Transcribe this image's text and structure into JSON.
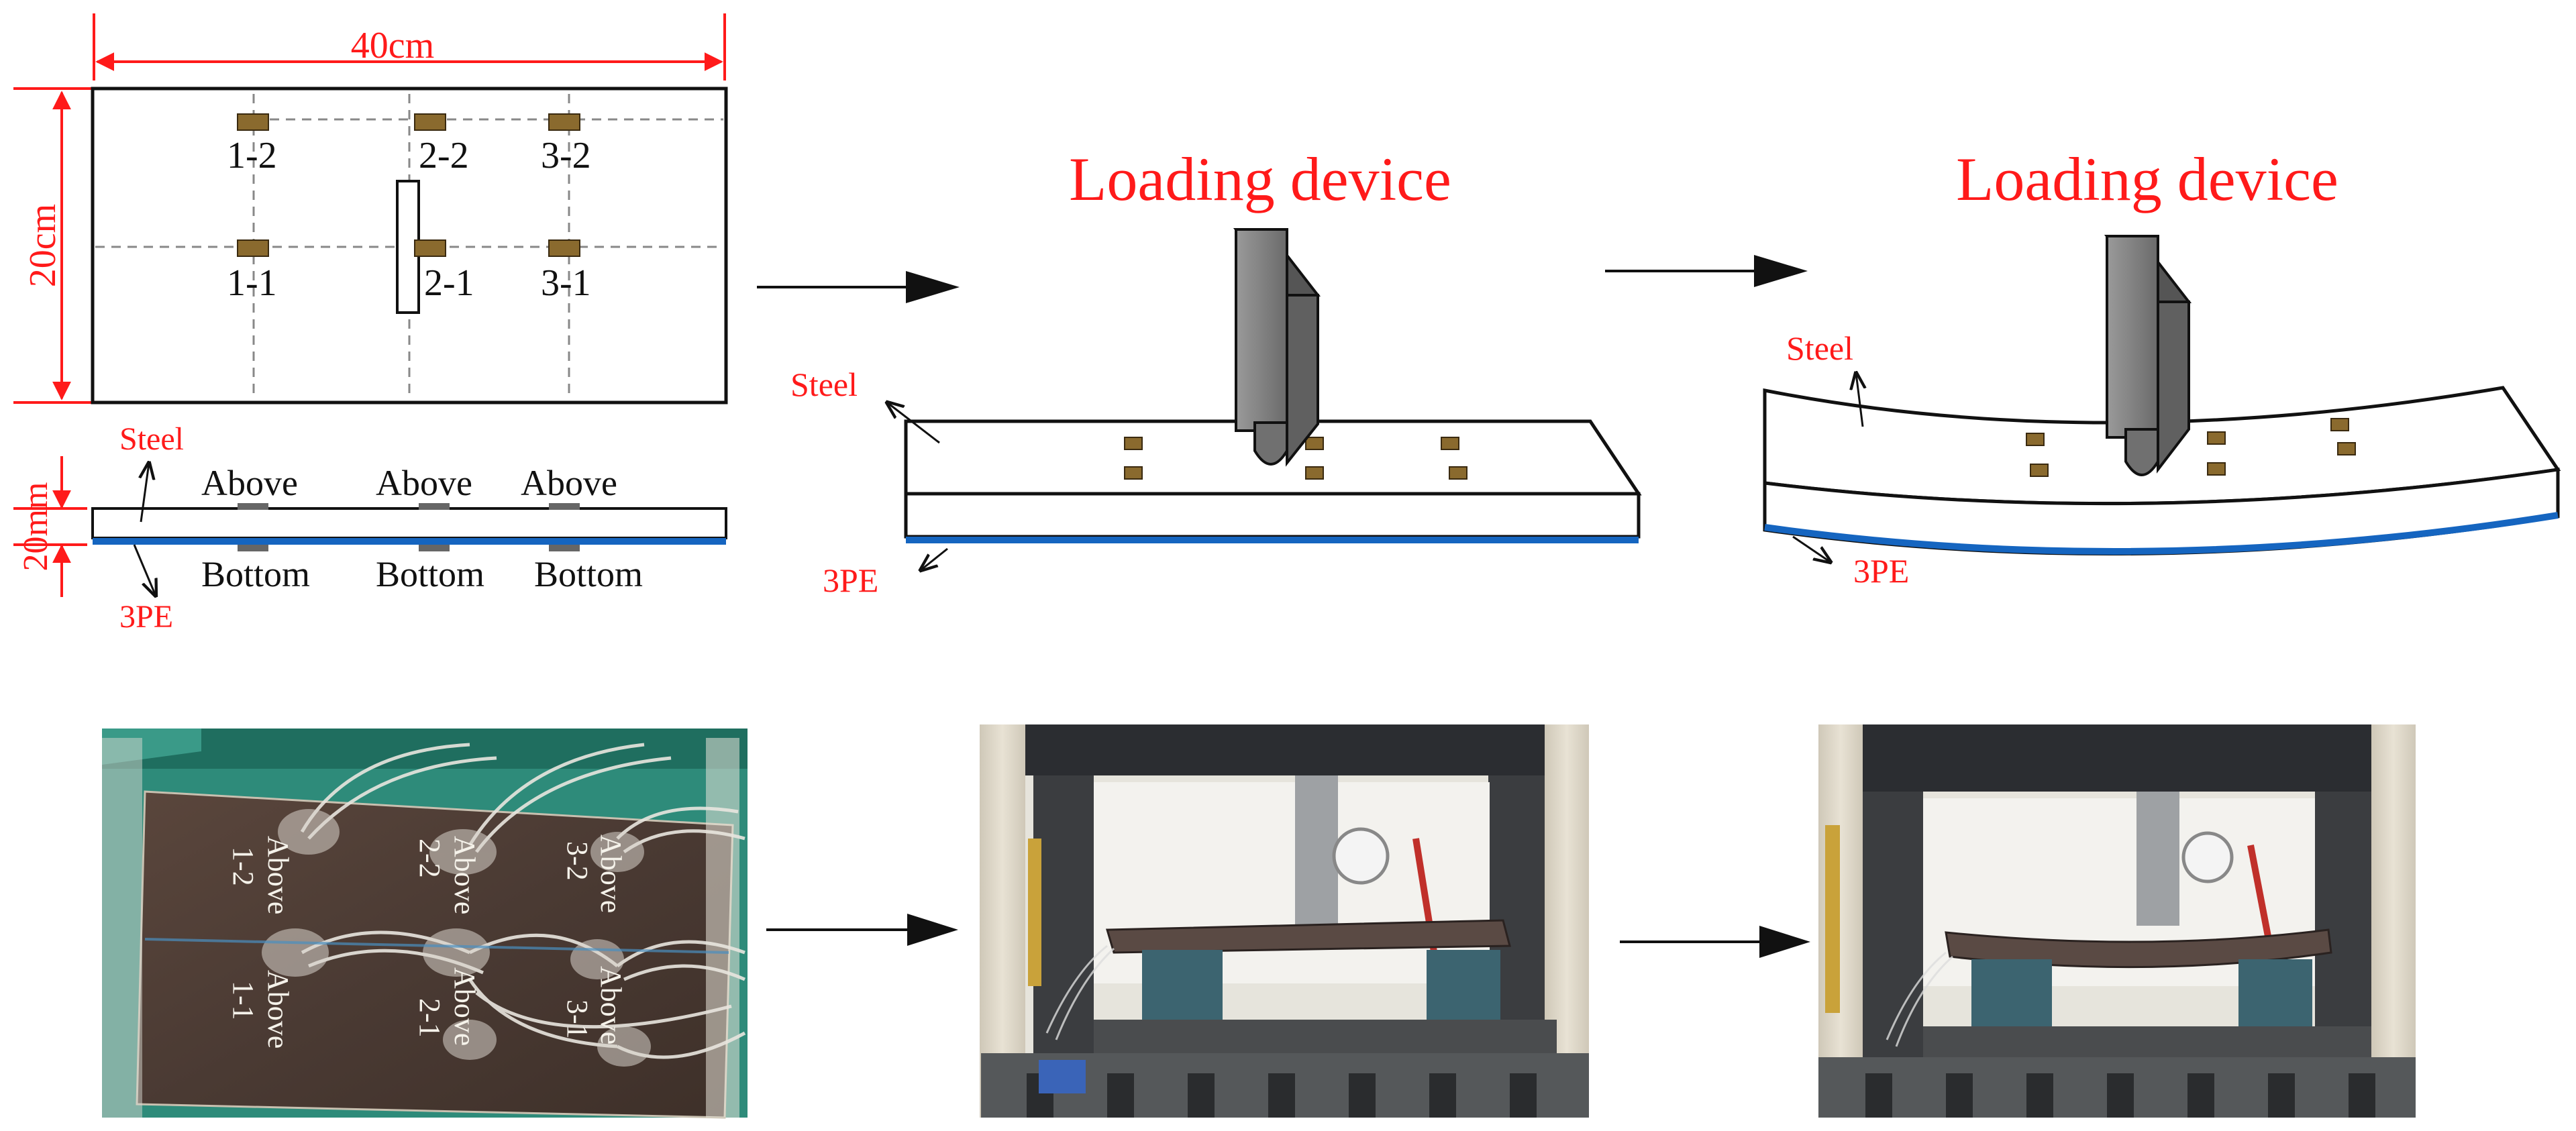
{
  "colors": {
    "dimension": "#ff1a1a",
    "label_red": "#ff1a1a",
    "pe_layer": "#1565c0",
    "device": "#7a7a7a",
    "gauge": "#8a6a2e",
    "photo_bg_dark": "#3a2e28",
    "photo_cloth": "#2e8b7a",
    "machine_frame": "#d9d2c2"
  },
  "plan_view": {
    "width_dim": "40cm",
    "height_dim": "20cm",
    "gauges": [
      "1-2",
      "2-2",
      "3-2",
      "1-1",
      "2-1",
      "3-1"
    ]
  },
  "section_view": {
    "thickness_dim": "20mm",
    "steel_label": "Steel",
    "pe_label": "3PE",
    "above_labels": [
      "Above",
      "Above",
      "Above"
    ],
    "bottom_labels": [
      "Bottom",
      "Bottom",
      "Bottom"
    ]
  },
  "stage_2": {
    "title": "Loading device",
    "steel_label": "Steel",
    "pe_label": "3PE"
  },
  "stage_3": {
    "title": "Loading device",
    "steel_label": "Steel",
    "pe_label": "3PE"
  },
  "photo_specimen": {
    "labels": [
      {
        "id": "1-2",
        "side": "Above"
      },
      {
        "id": "2-2",
        "side": "Above"
      },
      {
        "id": "3-2",
        "side": "Above"
      },
      {
        "id": "1-1",
        "side": "Above"
      },
      {
        "id": "2-1",
        "side": "Above"
      },
      {
        "id": "3-1",
        "side": "Above"
      }
    ]
  },
  "icons": [
    "arrow-right-icon"
  ]
}
